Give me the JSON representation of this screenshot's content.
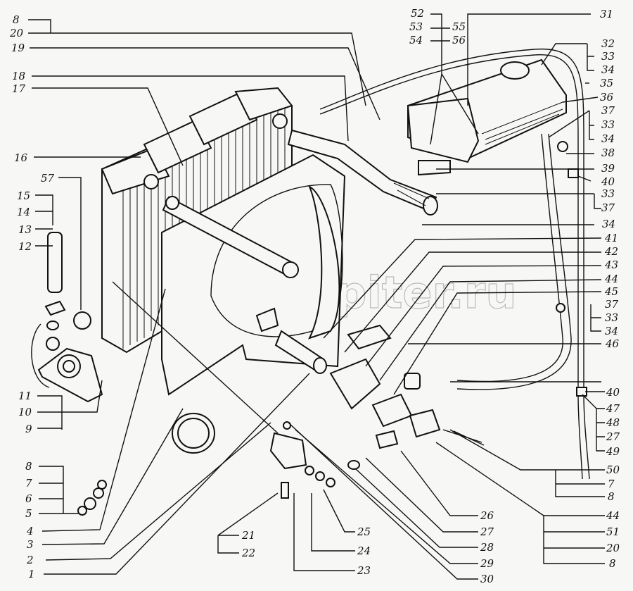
{
  "diagram": {
    "subject": "Radiator and cooling system exploded parts view",
    "watermark": "kopiter.ru",
    "callouts_left": [
      {
        "id": "c8a",
        "text": "8"
      },
      {
        "id": "c20a",
        "text": "20"
      },
      {
        "id": "c19",
        "text": "19"
      },
      {
        "id": "c18",
        "text": "18"
      },
      {
        "id": "c17",
        "text": "17"
      },
      {
        "id": "c16",
        "text": "16"
      },
      {
        "id": "c57",
        "text": "57"
      },
      {
        "id": "c15",
        "text": "15"
      },
      {
        "id": "c14",
        "text": "14"
      },
      {
        "id": "c13",
        "text": "13"
      },
      {
        "id": "c12",
        "text": "12"
      },
      {
        "id": "c11",
        "text": "11"
      },
      {
        "id": "c10",
        "text": "10"
      },
      {
        "id": "c9",
        "text": "9"
      },
      {
        "id": "c8b",
        "text": "8"
      },
      {
        "id": "c7a",
        "text": "7"
      },
      {
        "id": "c6",
        "text": "6"
      },
      {
        "id": "c5",
        "text": "5"
      },
      {
        "id": "c4",
        "text": "4"
      },
      {
        "id": "c3",
        "text": "3"
      },
      {
        "id": "c2",
        "text": "2"
      },
      {
        "id": "c1",
        "text": "1"
      }
    ],
    "callouts_top": [
      {
        "id": "c52",
        "text": "52"
      },
      {
        "id": "c53",
        "text": "53"
      },
      {
        "id": "c54",
        "text": "54"
      },
      {
        "id": "c55",
        "text": "55"
      },
      {
        "id": "c56",
        "text": "56"
      }
    ],
    "callouts_right": [
      {
        "id": "c31",
        "text": "31"
      },
      {
        "id": "c32",
        "text": "32"
      },
      {
        "id": "c33a",
        "text": "33"
      },
      {
        "id": "c34a",
        "text": "34"
      },
      {
        "id": "c35",
        "text": "35"
      },
      {
        "id": "c36",
        "text": "36"
      },
      {
        "id": "c37a",
        "text": "37"
      },
      {
        "id": "c33b",
        "text": "33"
      },
      {
        "id": "c34b",
        "text": "34"
      },
      {
        "id": "c38",
        "text": "38"
      },
      {
        "id": "c39",
        "text": "39"
      },
      {
        "id": "c40a",
        "text": "40"
      },
      {
        "id": "c33c",
        "text": "33"
      },
      {
        "id": "c37b",
        "text": "37"
      },
      {
        "id": "c34c",
        "text": "34"
      },
      {
        "id": "c41",
        "text": "41"
      },
      {
        "id": "c42",
        "text": "42"
      },
      {
        "id": "c43",
        "text": "43"
      },
      {
        "id": "c44a",
        "text": "44"
      },
      {
        "id": "c45",
        "text": "45"
      },
      {
        "id": "c37c",
        "text": "37"
      },
      {
        "id": "c33d",
        "text": "33"
      },
      {
        "id": "c34d",
        "text": "34"
      },
      {
        "id": "c46",
        "text": "46"
      },
      {
        "id": "c40b",
        "text": "40"
      },
      {
        "id": "c47",
        "text": "47"
      },
      {
        "id": "c48",
        "text": "48"
      },
      {
        "id": "c27a",
        "text": "27"
      },
      {
        "id": "c49",
        "text": "49"
      },
      {
        "id": "c50",
        "text": "50"
      },
      {
        "id": "c7b",
        "text": "7"
      },
      {
        "id": "c8c",
        "text": "8"
      },
      {
        "id": "c44b",
        "text": "44"
      },
      {
        "id": "c51",
        "text": "51"
      },
      {
        "id": "c20b",
        "text": "20"
      },
      {
        "id": "c8d",
        "text": "8"
      }
    ],
    "callouts_bottom": [
      {
        "id": "c21",
        "text": "21"
      },
      {
        "id": "c22",
        "text": "22"
      },
      {
        "id": "c23",
        "text": "23"
      },
      {
        "id": "c24",
        "text": "24"
      },
      {
        "id": "c25",
        "text": "25"
      },
      {
        "id": "c26",
        "text": "26"
      },
      {
        "id": "c27b",
        "text": "27"
      },
      {
        "id": "c28",
        "text": "28"
      },
      {
        "id": "c29",
        "text": "29"
      },
      {
        "id": "c30",
        "text": "30"
      }
    ]
  }
}
